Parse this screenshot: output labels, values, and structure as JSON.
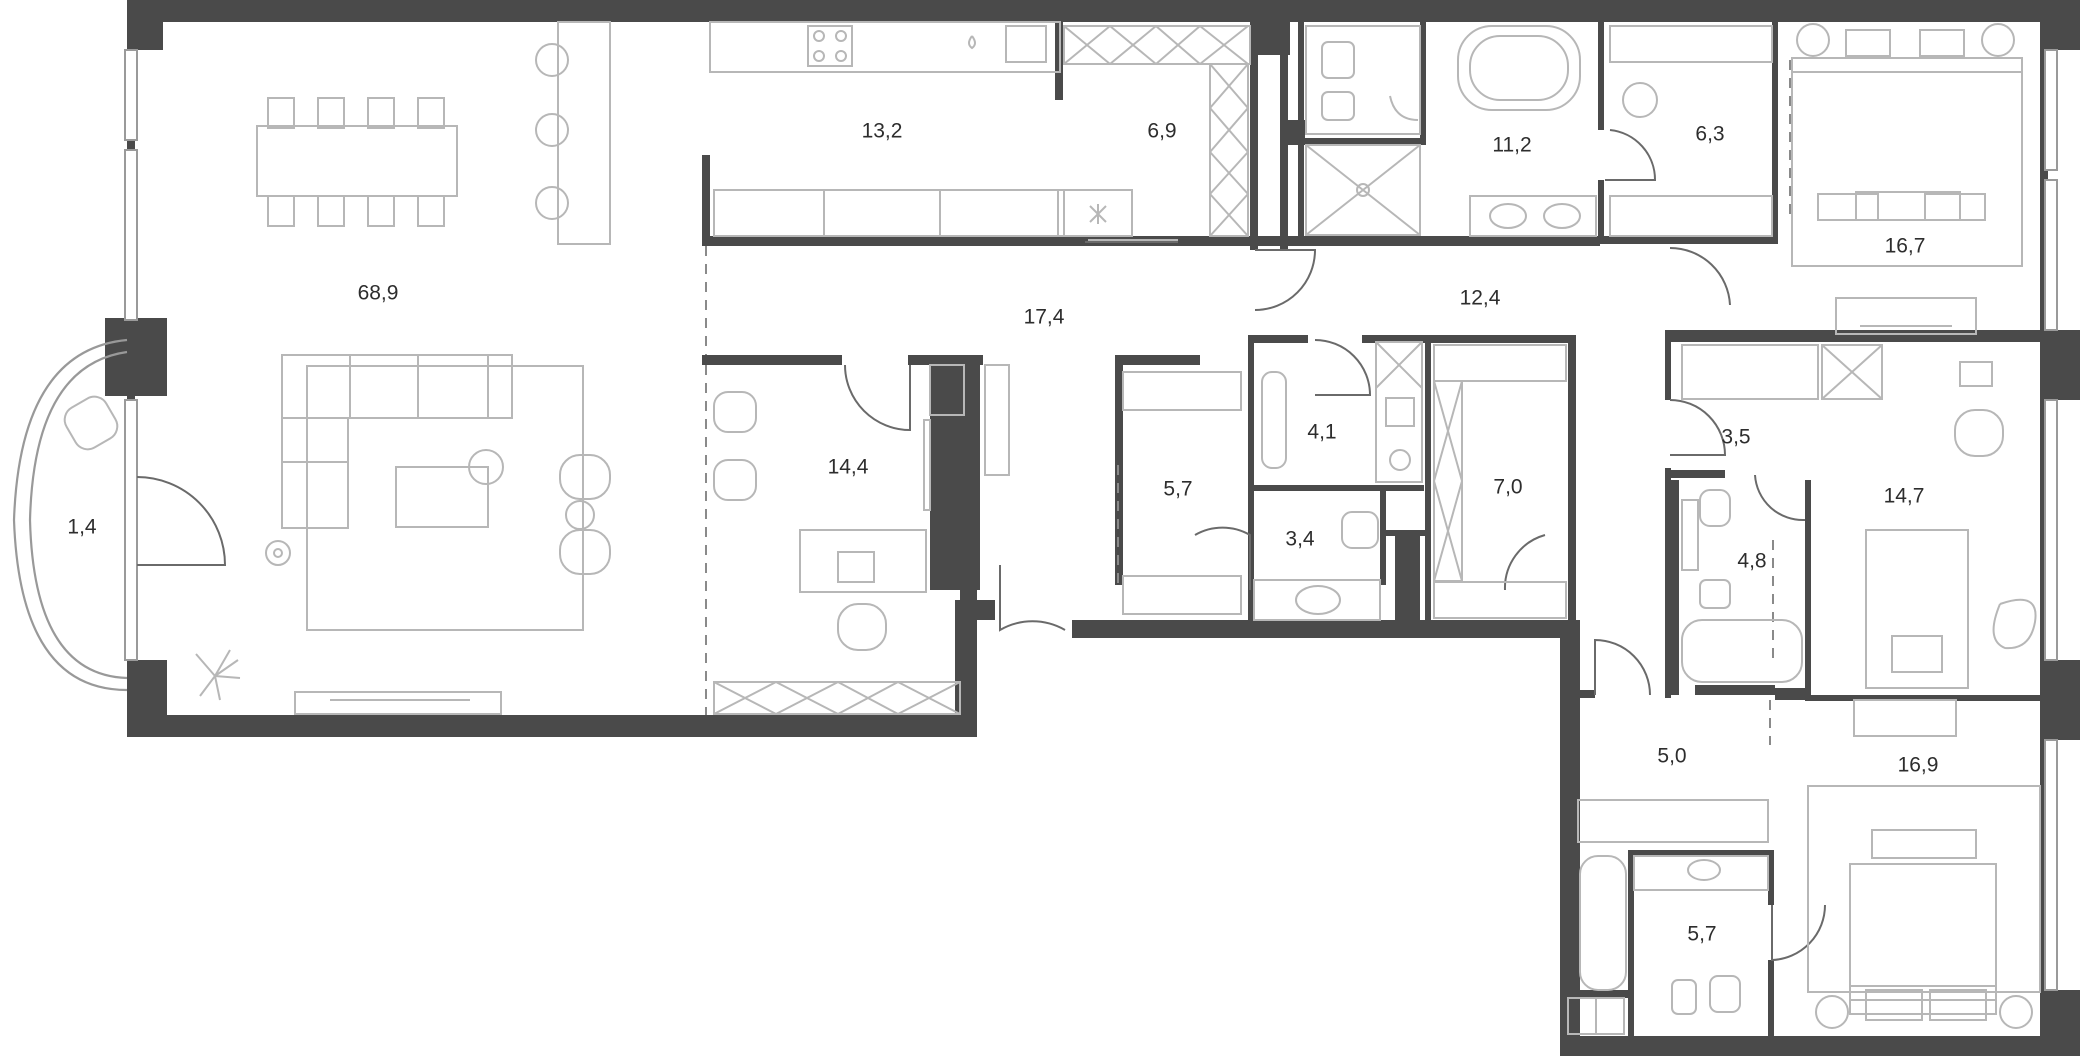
{
  "plan": {
    "colors": {
      "wall": "#4a4a4a",
      "furniture": "#b7b7b7",
      "background": "#ffffff"
    },
    "rooms": [
      {
        "id": "living-dining",
        "area": "68,9"
      },
      {
        "id": "balcony",
        "area": "1,4"
      },
      {
        "id": "kitchen",
        "area": "13,2"
      },
      {
        "id": "pantry",
        "area": "6,9"
      },
      {
        "id": "hall",
        "area": "17,4"
      },
      {
        "id": "study",
        "area": "14,4"
      },
      {
        "id": "closet-left",
        "area": "5,7"
      },
      {
        "id": "laundry",
        "area": "4,1"
      },
      {
        "id": "wc-guest",
        "area": "3,4"
      },
      {
        "id": "wardrobe-middle",
        "area": "7,0"
      },
      {
        "id": "master-bath",
        "area": "11,2"
      },
      {
        "id": "master-wardrobe",
        "area": "6,3"
      },
      {
        "id": "master-bedroom",
        "area": "16,7"
      },
      {
        "id": "corridor",
        "area": "12,4"
      },
      {
        "id": "wardrobe-small",
        "area": "3,5"
      },
      {
        "id": "bedroom-2",
        "area": "14,7"
      },
      {
        "id": "bath-2",
        "area": "4,8"
      },
      {
        "id": "corridor-2",
        "area": "5,0"
      },
      {
        "id": "bedroom-3",
        "area": "16,9"
      },
      {
        "id": "bath-3",
        "area": "5,7"
      }
    ]
  }
}
